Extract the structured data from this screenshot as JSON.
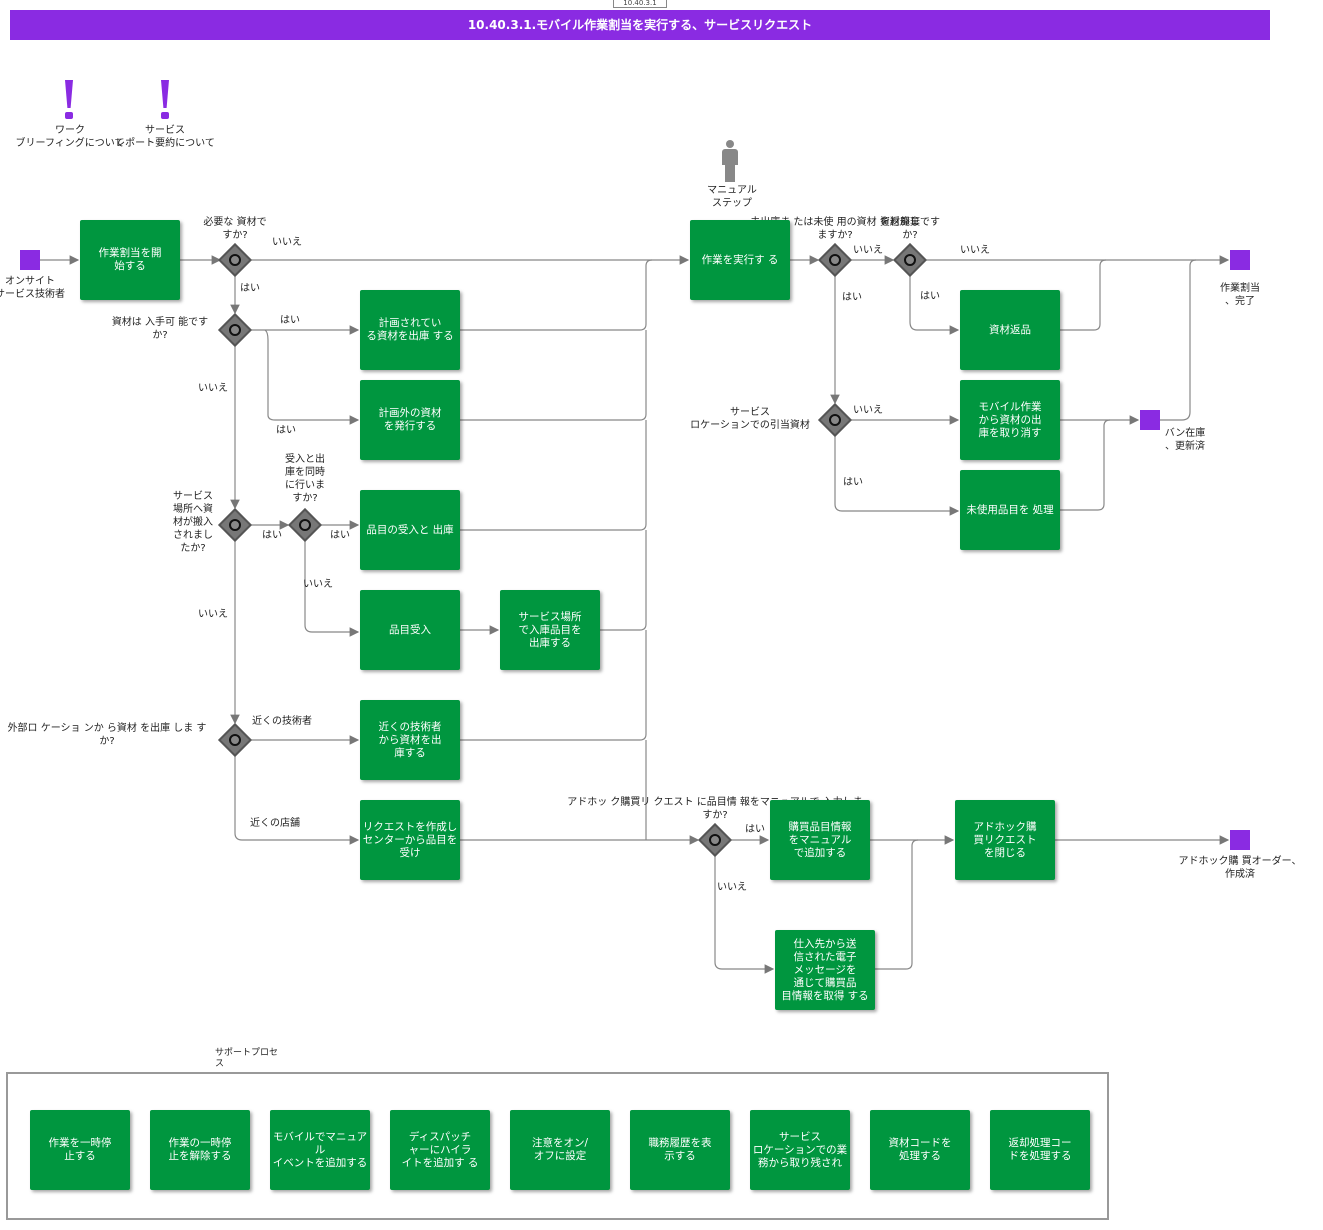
{
  "title": "10.40.3.1.モバイル作業割当を実行する、サービスリクエスト",
  "tab_label": "10.40.3.1",
  "colors": {
    "title_bg": "#8a2be2",
    "task": "#00963f",
    "event": "#8a2be2",
    "gateway": "#777777",
    "line": "#888888"
  },
  "icons": {
    "exclamation": "exclamation-icon",
    "person": "person-icon"
  },
  "notes": {
    "work_briefing": "ワーク\nブリーフィングについて",
    "service_report": "サービス\nレポート要約について"
  },
  "manual_step": "マニュアル\nステップ",
  "events": {
    "start": "オンサイト\nサービス技術者",
    "end_complete": "作業割当\n、完了",
    "van_stock": "バン在庫\n、更新済",
    "adhoc_po": "アドホック購 買オーダー、\n作成済"
  },
  "gateways": {
    "materials_needed": "必要な 資材で\nすか?",
    "materials_available": "資材は 入手可 能です\nか?",
    "delivered_to_site": "サービス\n場所へ資\n材が搬入\nされまし\nたか?",
    "receive_and_issue": "受入と出\n庫を同時\nに行いま\nすか?",
    "external_location": "外部ロ ケーショ ンか ら資材 を出庫 しま す\nか?",
    "unused_materials": "未出庫ま たは未使 用の資材 を返却し\nますか?",
    "materials_scrap": "資材廃棄です\nか?",
    "reserved_materials": "サービス\nロケーションでの引当資材",
    "adhoc_manual": "アドホッ ク購買リ クエスト に品目情 報をマニュアルで 入力しま\nすか?"
  },
  "flow_labels": {
    "yes": "はい",
    "no": "いいえ",
    "nearby_tech": "近くの技術者",
    "nearby_store": "近くの店舗"
  },
  "tasks": {
    "start_assignment": "作業割当を開\n始する",
    "issue_planned": "計画されてい\nる資材を出庫 する",
    "issue_unplanned": "計画外の資材\nを発行する",
    "receive_and_issue_item": "品目の受入と 出庫",
    "receive_item": "品目受入",
    "issue_received_site": "サービス場所\nで入庫品目を\n出庫する",
    "issue_from_nearby_tech": "近くの技術者\nから資材を出\n庫する",
    "create_request_store": "リクエストを作成し\nセンターから品目を受け",
    "perform_work": "作業を実行す る",
    "return_materials": "資材返品",
    "cancel_mobile_issue": "モバイル作業\nから資材の出\n庫を取り消す",
    "process_unused": "未使用品目を 処理",
    "add_purchase_manual": "購買品目情報\nをマニュアル\nで追加する",
    "close_adhoc_request": "アドホック購\n買リクエスト\nを閉じる",
    "get_vendor_info": "仕入先から送\n信された電子\nメッセージを\n通じて購買品\n目情報を取得 する"
  },
  "support": {
    "label": "サポートプロセ\nス",
    "items": [
      "作業を一時停\n止する",
      "作業の一時停\n止を解除する",
      "モバイルでマニュアル\nイベントを追加する",
      "ディスパッチ\nャーにハイラ\nイトを追加す る",
      "注意をオン/\nオフに設定",
      "職務履歴を表\n示する",
      "サービス\nロケーションでの業務から取り残され",
      "資材コードを\n処理する",
      "返却処理コー\nドを処理する"
    ]
  }
}
